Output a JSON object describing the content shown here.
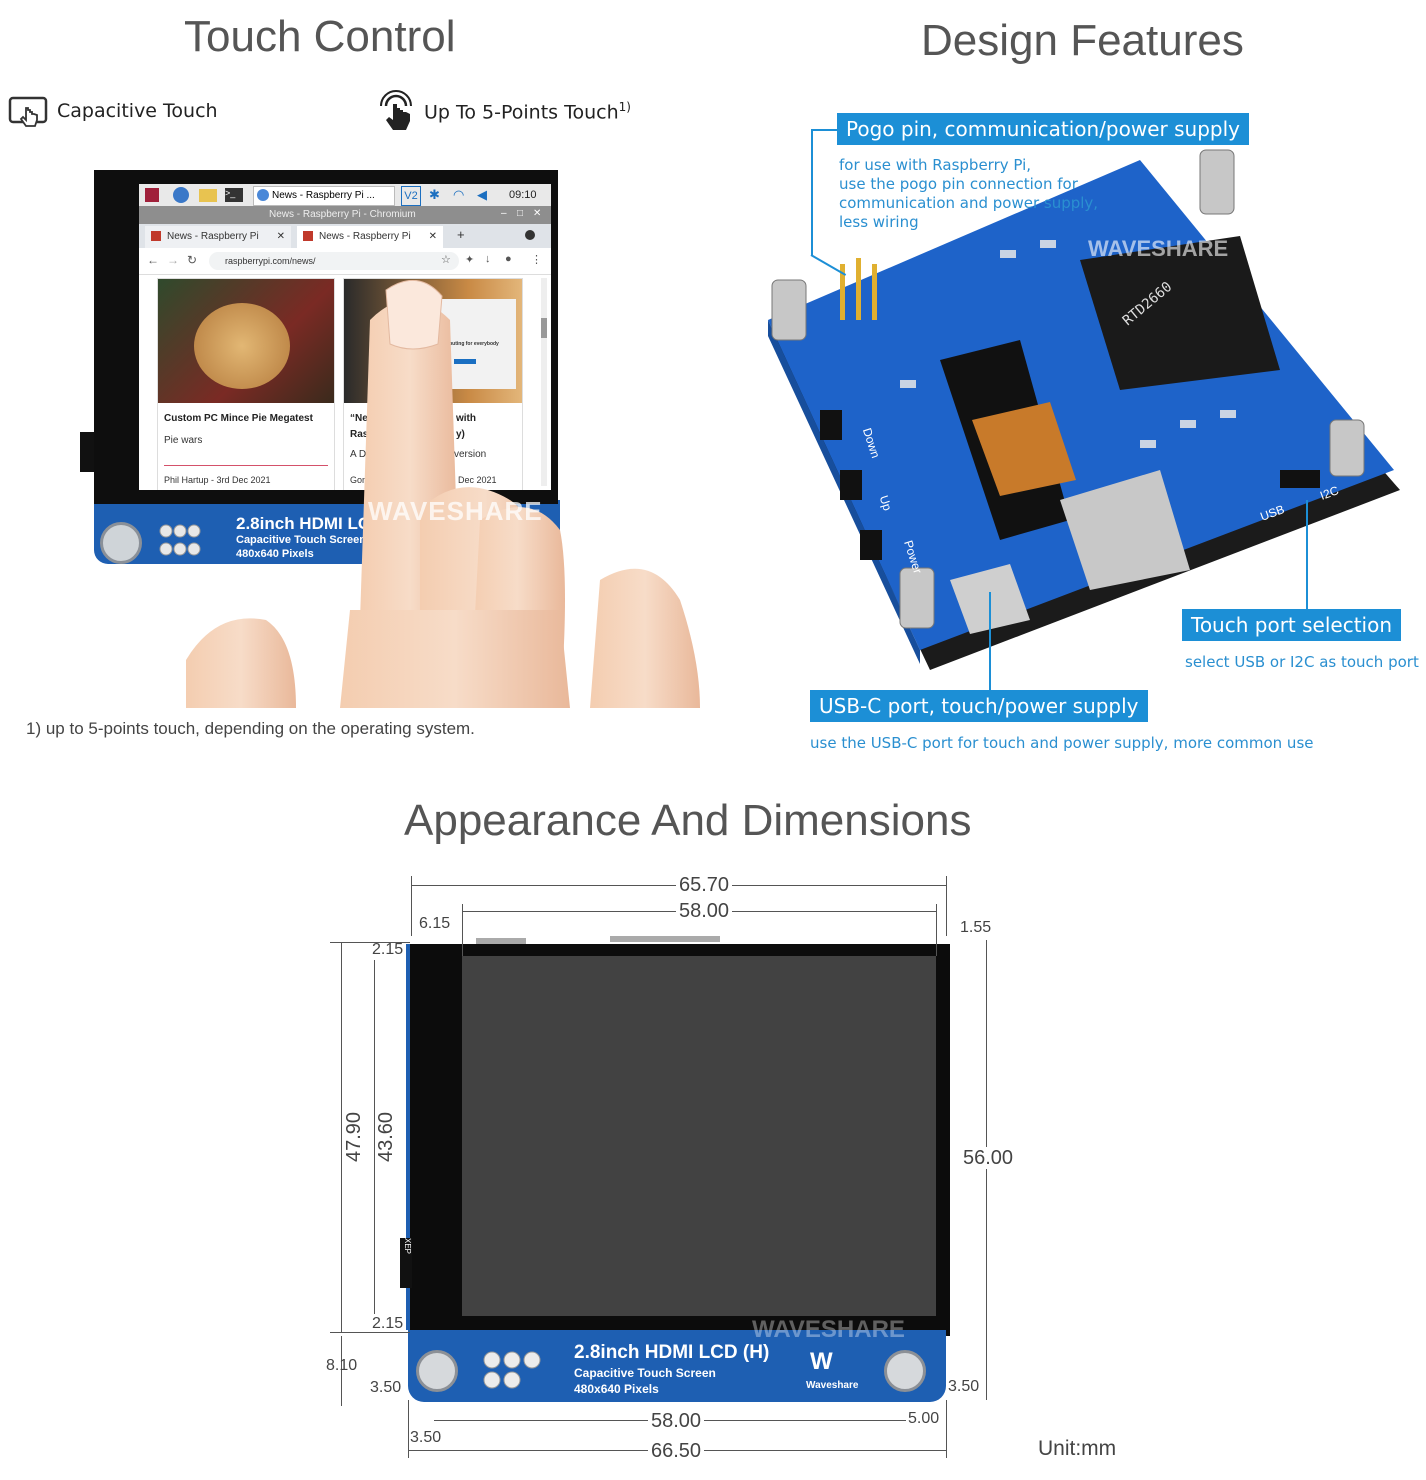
{
  "touch": {
    "title": "Touch Control",
    "feature1_label": "Capacitive Touch",
    "feature2_label": "Up To 5-Points Touch",
    "feature2_sup": "1)",
    "footnote": "1) up to 5-points touch, depending on the operating system.",
    "screen": {
      "taskbar_tab": "News - Raspberry Pi ...",
      "clock": "09:10",
      "window_title": "News - Raspberry Pi - Chromium",
      "tab1": "News - Raspberry Pi",
      "tab2": "News - Raspberry Pi",
      "url": "raspberrypi.com/news/",
      "card1_title": "Custom PC Mince Pie Megatest",
      "card1_sub": "Pie wars",
      "card1_author": "Phil Hartup - 3rd Dec 2021",
      "card2_title_a": "“Ne",
      "card2_title_b": "with",
      "card2_line2_a": "Ras",
      "card2_line2_b": "y)",
      "card2_line3_a": "A D",
      "card2_line3_b": "version",
      "card2_author_a": "Gor",
      "card2_author_b": "Dec 2021",
      "card2_mini_head": "Computing for everybody"
    },
    "board_title": "2.8inch HDMI LC",
    "board_sub1": "Capacitive Touch Screen",
    "board_sub2": "480x640 Pixels",
    "watermark": "WAVESHARE"
  },
  "design": {
    "title": "Design Features",
    "callouts": [
      {
        "label": "Pogo pin, communication/power supply",
        "desc": [
          "for use with Raspberry Pi,",
          "use the pogo pin connection for",
          "communication and power supply,",
          "less wiring"
        ]
      },
      {
        "label": "Touch port selection",
        "desc": [
          "select USB or I2C as touch port"
        ]
      },
      {
        "label": "USB-C port, touch/power supply",
        "desc": [
          "use the USB-C port for touch and power supply, more common use"
        ]
      }
    ],
    "pcb_labels": {
      "chip": "RTD2660",
      "down": "Down",
      "up": "Up",
      "power": "Power",
      "i2c": "I2C",
      "usb": "USB",
      "wm": "WAVESHARE"
    }
  },
  "dims": {
    "title": "Appearance And Dimensions",
    "top_total": "65.70",
    "top_active": "58.00",
    "left_offset": "6.15",
    "right_offset": "1.55",
    "top_border": "2.15",
    "bottom_border": "2.15",
    "left_total": "47.90",
    "left_active": "43.60",
    "right_total": "56.00",
    "bottom_strip": "8.10",
    "hole_left": "3.50",
    "hole_right": "3.50",
    "bottom_hole_span": "58.00",
    "bottom_right_gap": "5.00",
    "bottom_left_gap": "3.50",
    "bottom_total": "66.50",
    "unit": "Unit:mm",
    "board_title": "2.8inch HDMI LCD (H)",
    "board_sub1": "Capacitive Touch Screen",
    "board_sub2": "480x640 Pixels",
    "brand": "Waveshare",
    "watermark": "WAVESHARE",
    "fpc_label": "ХЕР"
  }
}
